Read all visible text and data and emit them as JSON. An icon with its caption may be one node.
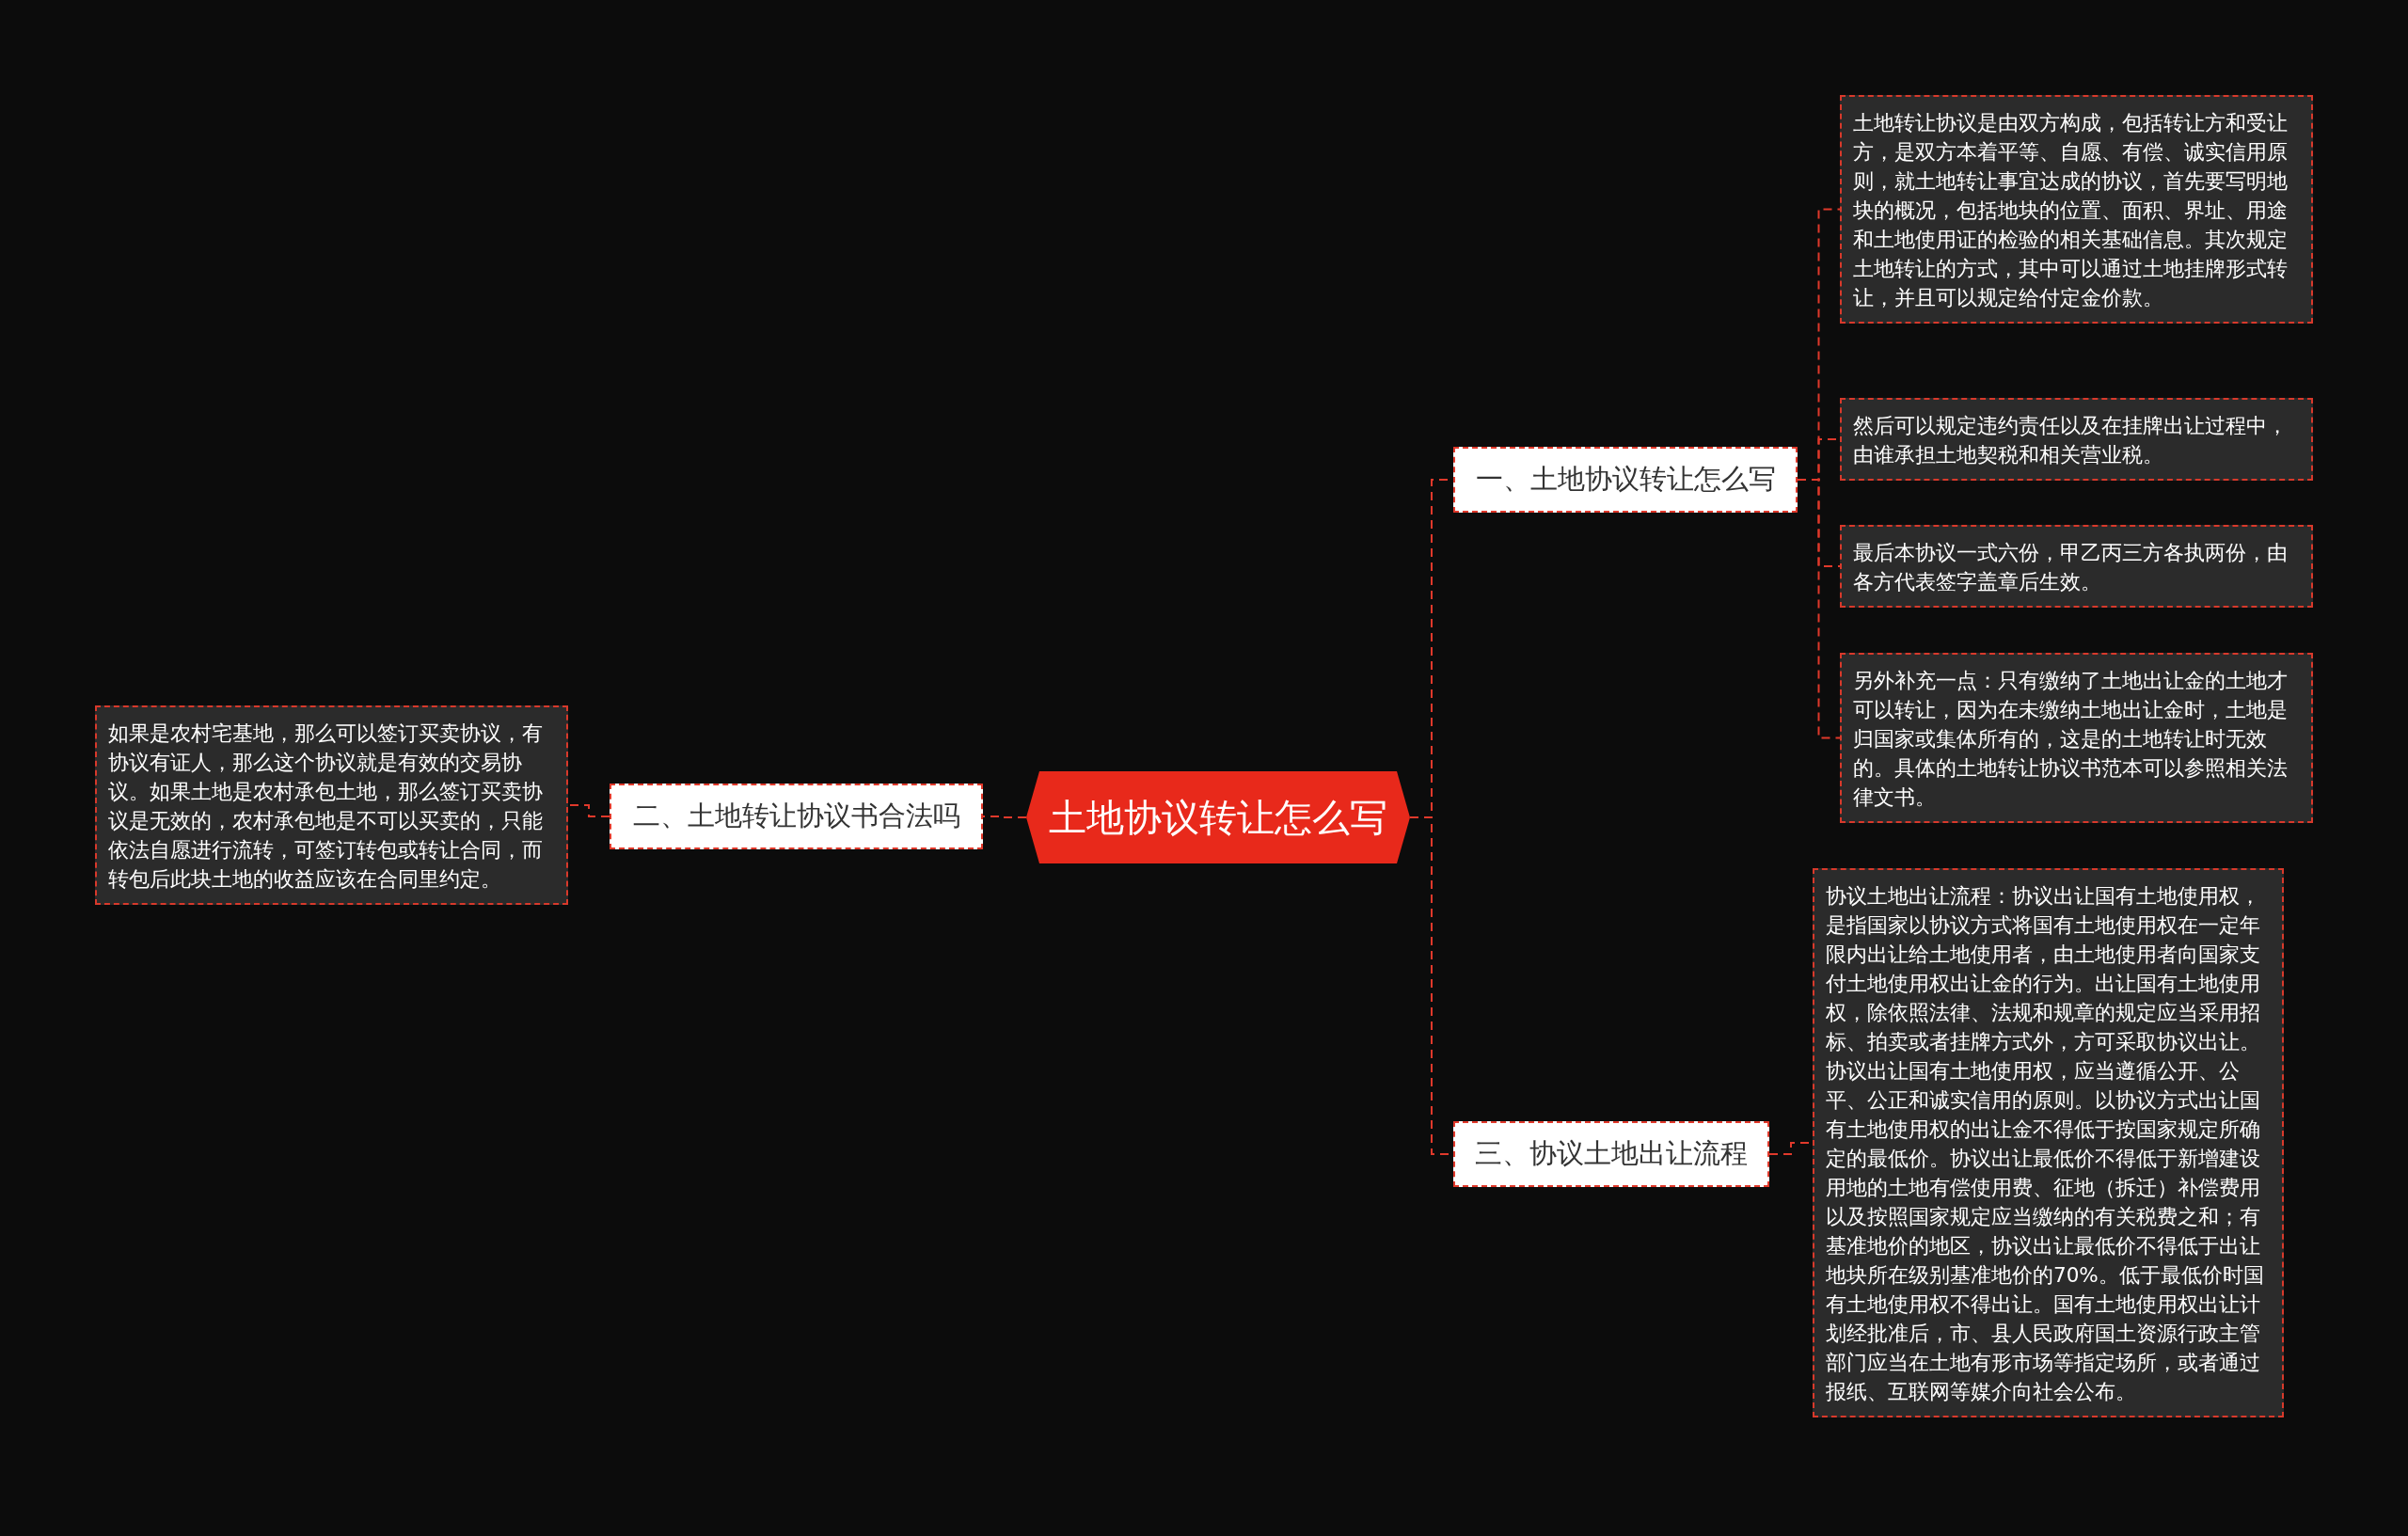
{
  "diagram": {
    "nodes": [
      {
        "text": [
          "土地协议转让怎么写"
        ]
      },
      {
        "text": [
          "一、土地协议转让怎么写"
        ]
      },
      {
        "text": [
          "土地转让协议是由双方构成，包括转让方和受让方，是双方本着平等、自愿、有偿、诚实信用原则，就土地转让事宜达成的协议，首先要写明地块的概况，包括地块的位置、面积、界址、用途和土地使用证的检验的相关基础信息。其次规定土地转让的方式，其中可以通过土地挂牌形式转让，并且可以规定给付定金价款。"
        ]
      },
      {
        "text": [
          "然后可以规定违约责任以及在挂牌出让过程中，由谁承担土地契税和相关营业税。"
        ]
      },
      {
        "text": [
          "最后本协议一式六份，甲乙丙三方各执两份，由各方代表签字盖章后生效。"
        ]
      },
      {
        "text": [
          "另外补充一点：只有缴纳了土地出让金的土地才可以转让，因为在未缴纳土地出让金时，土地是归国家或集体所有的，这是的土地转让时无效的。具体的土地转让协议书范本可以参照相关法律文书。"
        ]
      },
      {
        "text": [
          "二、土地转让协议书合法吗"
        ]
      },
      {
        "text": [
          "如果是农村宅基地，那么可以签订买卖协议，有协议有证人，那么这个协议就是有效的交易协议。如果土地是农村承包土地，那么签订买卖协议是无效的，农村承包地是不可以买卖的，只能依法自愿进行流转，可签订转包或转让合同，而转包后此块土地的收益应该在合同里约定。"
        ]
      },
      {
        "text": [
          "三、协议土地出让流程"
        ]
      },
      {
        "text": [
          "协议土地出让流程：协议出让国有土地使用权，是指国家以协议方式将国有土地使用权在一定年限内出让给土地使用者，由土地使用者向国家支付土地使用权出让金的行为。出让国有土地使用权，除依照法律、法规和规章的规定应当采用招标、拍卖或者挂牌方式外，方可采取协议出让。协议出让国有土地使用权，应当遵循公开、公平、公正和诚实信用的原则。以协议方式出让国有土地使用权的出让金不得低于按国家规定所确定的最低价。协议出让最低价不得低于新增建设用地的土地有偿使用费、征地（拆迁）补偿费用以及按照国家规定应当缴纳的有关税费之和；有基准地价的地区，协议出让最低价不得低于出让地块所在级别基准地价的70%。低于最低价时国有土地使用权不得出让。国有土地使用权出让计划经批准后，市、县人民政府国土资源行政主管部门应当在土地有形市场等指定场所，或者通过报纸、互联网等媒介向社会公布。"
        ]
      }
    ],
    "edges": [
      {
        "from": 0,
        "to": 1,
        "arrow": "none",
        "style": "dashed"
      },
      {
        "from": 1,
        "to": 2,
        "arrow": "none",
        "style": "dashed"
      },
      {
        "from": 1,
        "to": 3,
        "arrow": "none",
        "style": "dashed"
      },
      {
        "from": 1,
        "to": 4,
        "arrow": "none",
        "style": "dashed"
      },
      {
        "from": 1,
        "to": 5,
        "arrow": "none",
        "style": "dashed"
      },
      {
        "from": 0,
        "to": 6,
        "arrow": "none",
        "style": "dashed"
      },
      {
        "from": 6,
        "to": 7,
        "arrow": "none",
        "style": "dashed"
      },
      {
        "from": 0,
        "to": 8,
        "arrow": "none",
        "style": "dashed"
      },
      {
        "from": 8,
        "to": 9,
        "arrow": "none",
        "style": "dashed"
      }
    ]
  }
}
